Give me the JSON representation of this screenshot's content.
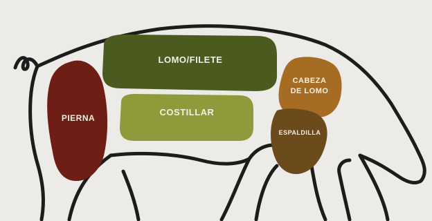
{
  "diagram": {
    "cuts": [
      {
        "id": "lomo-filete",
        "label": "LOMO/FILETE",
        "color": "#4b5a1f"
      },
      {
        "id": "costillar",
        "label": "COSTILLAR",
        "color": "#8f9a3a"
      },
      {
        "id": "pierna",
        "label": "PIERNA",
        "color": "#6e1e14"
      },
      {
        "id": "cabeza-de-lomo",
        "label_line1": "CABEZA",
        "label_line2": "DE LOMO",
        "color": "#a66c24"
      },
      {
        "id": "espaldilla",
        "label": "ESPALDILLA",
        "color": "#6b4a1c"
      }
    ],
    "outline_color": "#1c1c1c",
    "background_color": "#ecebe7"
  }
}
